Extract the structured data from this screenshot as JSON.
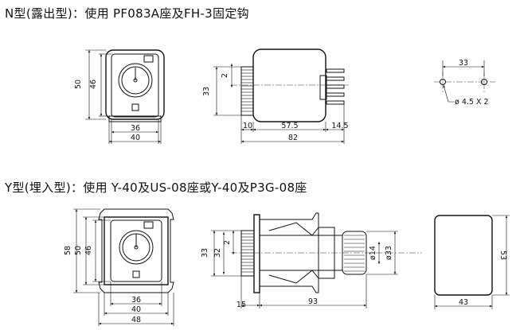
{
  "headings": {
    "n_type": "N型(露出型)：使用 PF083A座及FH-3固定钩",
    "y_type": "Y型(埋入型)：使用 Y-40及US-08座或Y-40及P3G-08座"
  },
  "n_type": {
    "front": {
      "width_inner": "36",
      "width_outer": "40",
      "height_outer": "50",
      "height_inner": "46"
    },
    "side": {
      "h33": "33",
      "h2": "2",
      "len10": "10",
      "len57_5": "57.5",
      "len14_5": "14.5",
      "total": "82"
    },
    "holes": {
      "spacing": "33",
      "hole_note": "ø 4.5 X 2"
    }
  },
  "y_type": {
    "front": {
      "width_inner": "36",
      "width_mid": "40",
      "width_outer": "48",
      "h58": "58",
      "h50": "50",
      "h46": "46"
    },
    "side": {
      "h33": "33",
      "h32": "32",
      "h2": "2",
      "len15": "15",
      "len93": "93",
      "dia14": "ø14",
      "dia33": "ø33"
    },
    "cutout": {
      "width": "43",
      "height": "53"
    }
  }
}
